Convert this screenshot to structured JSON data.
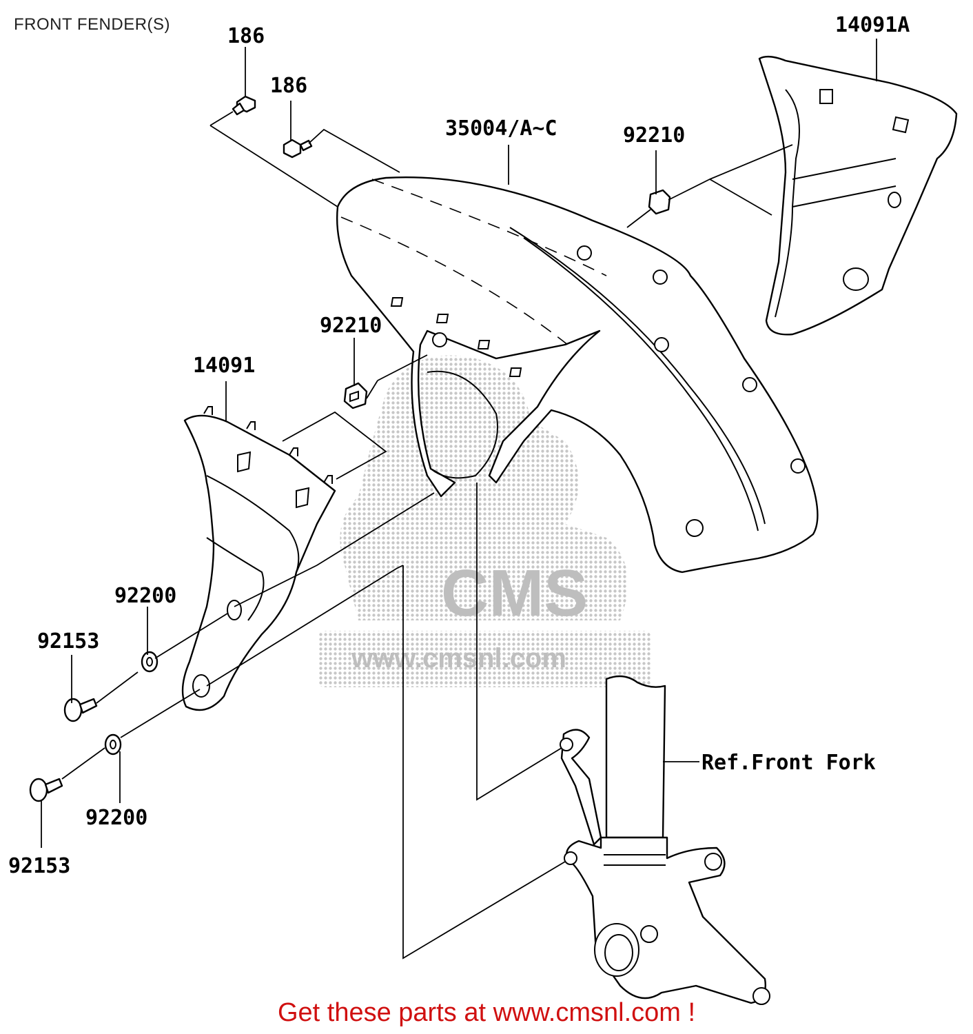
{
  "title": "FRONT FENDER(S)",
  "watermark": {
    "brand": "CMS",
    "url": "www.cmsnl.com"
  },
  "callouts": [
    {
      "id": "186-a",
      "text": "186"
    },
    {
      "id": "186-b",
      "text": "186"
    },
    {
      "id": "35004",
      "text": "35004/A~C"
    },
    {
      "id": "92210-a",
      "text": "92210"
    },
    {
      "id": "14091A",
      "text": "14091A"
    },
    {
      "id": "92210-b",
      "text": "92210"
    },
    {
      "id": "14091",
      "text": "14091"
    },
    {
      "id": "92200-a",
      "text": "92200"
    },
    {
      "id": "92153-a",
      "text": "92153"
    },
    {
      "id": "92200-b",
      "text": "92200"
    },
    {
      "id": "92153-b",
      "text": "92153"
    },
    {
      "id": "fork",
      "text": "Ref.Front Fork"
    }
  ],
  "footer": "Get these parts at www.cmsnl.com !",
  "colors": {
    "footer": "#d01010",
    "line": "#000000",
    "watermark": "#8a8a8a"
  }
}
